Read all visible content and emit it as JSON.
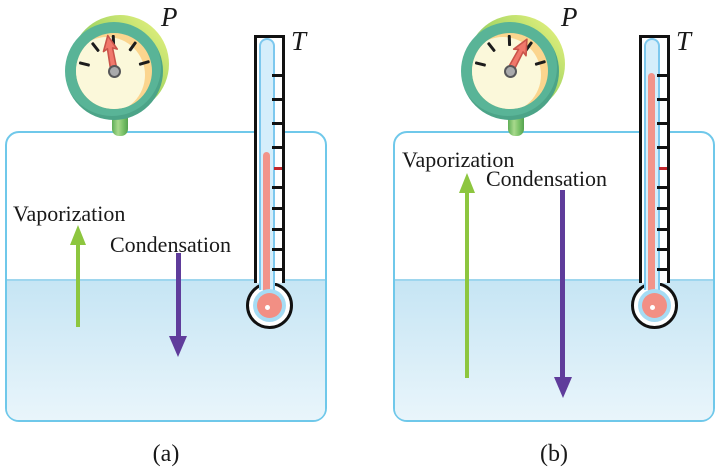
{
  "figure_type": "physics-diagram-vapor-pressure-equilibrium",
  "colors": {
    "container_border": "#6fc8ea",
    "water_top": "#c6e5f4",
    "water_bottom": "#e9f5fb",
    "water_surface_line": "#9ed6ee",
    "vaporization_arrow": "#8dc63f",
    "condensation_arrow": "#5f3c9b",
    "gauge_ring": "#59b497",
    "gauge_glow": "#cfe46b",
    "gauge_face": "#fbf8da",
    "gauge_crescent": "#fbd58e",
    "gauge_needle": "#f0786b",
    "mercury": "#f2948a",
    "thermometer_tube": "#d5eefb",
    "reference_mark_red": "#c1272d",
    "text": "#191919"
  },
  "icons": {
    "pressure_gauge": "pressure-gauge-icon",
    "thermometer": "thermometer-icon",
    "up_arrow": "vaporization-arrow-icon",
    "down_arrow": "condensation-arrow-icon"
  },
  "panels": [
    {
      "caption": "(a)",
      "pressure_gauge": {
        "label": "P",
        "reading": "low",
        "needle_angle_deg": -10
      },
      "thermometer": {
        "label": "T",
        "reading": "low",
        "mercury_level": "mid"
      },
      "arrows": {
        "vaporization": {
          "label": "Vaporization",
          "direction": "up",
          "length": "short"
        },
        "condensation": {
          "label": "Condensation",
          "direction": "down",
          "length": "short"
        }
      }
    },
    {
      "caption": "(b)",
      "pressure_gauge": {
        "label": "P",
        "reading": "high",
        "needle_angle_deg": 28
      },
      "thermometer": {
        "label": "T",
        "reading": "high",
        "mercury_level": "near-full"
      },
      "arrows": {
        "vaporization": {
          "label": "Vaporization",
          "direction": "up",
          "length": "long"
        },
        "condensation": {
          "label": "Condensation",
          "direction": "down",
          "length": "long"
        }
      }
    }
  ]
}
